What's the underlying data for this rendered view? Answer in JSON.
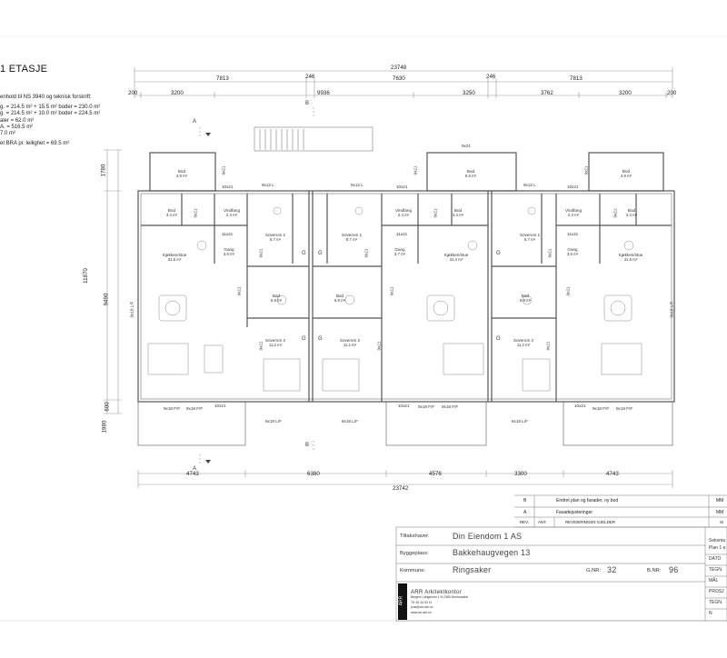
{
  "header": {
    "title": "1 ETASJE",
    "notes": [
      "enhold til NS 3940 og teknisk forskrift:",
      "g. = 214.5 m² + 15.5 m² boder = 230.0 m²",
      "g. = 214.5 m² + 10.0 m² boder = 224.5 m²",
      "aler = 62.0 m²",
      "A. = 516.5 m²",
      "7.0 m²",
      "et BRA pr. leilighet = 69.5 m²"
    ]
  },
  "dimensions": {
    "top_total": "23748",
    "top_row2": [
      "7813",
      "246",
      "7630",
      "246",
      "7813"
    ],
    "top_row3": [
      "200",
      "3200",
      "9936",
      "3250",
      "3762",
      "3200",
      "200"
    ],
    "bottom_row": [
      "4743",
      "6380",
      "4576",
      "3300",
      "4743"
    ],
    "bottom_total": "23742",
    "left": [
      "1780",
      "11870",
      "9490",
      "600",
      "1980"
    ]
  },
  "section_marks": {
    "a": "A",
    "b": "B"
  },
  "openings": {
    "d9x21": "9x21",
    "d10x21": "10x21",
    "d11x21": "11x21",
    "d9x12": "9x12 L",
    "d9x18": "9x18 L/F",
    "d9x18ff": "9x18 F/F",
    "d8x18": "8x18 L/F",
    "g": "G"
  },
  "rooms": {
    "bod": "Bod",
    "vindfang": "Vindfang",
    "gang": "Gang",
    "kjokken": "Kjøkken/stue",
    "soverom1": "Soverom 1",
    "soverom2": "Soverom 2",
    "bad": "Bad",
    "a_bod_outer": "4.9 m²",
    "a_bod_mid": "5.6 m²",
    "a_bod_in": "3.4 m²",
    "a_vind": "2.4 m²",
    "a_gang1": "3.6 m²",
    "a_gang2": "3.7 m²",
    "a_kj1": "31.5 m²",
    "a_kj2": "31.4 m²",
    "a_sov1": "8.7 m²",
    "a_sov2": "11.2 m²",
    "a_bad": "5.8 m²"
  },
  "revisions": {
    "rows": [
      {
        "id": "B",
        "text": "Endret plan og fasader, ny bod",
        "sign": "MM"
      },
      {
        "id": "A",
        "text": "Fasadejusteringer",
        "sign": "MM"
      }
    ],
    "header": {
      "rev": "REV.",
      "ant": "ANT.",
      "desc": "REVIDERINGEN GJELDER",
      "sign": "SI"
    }
  },
  "titleblock": {
    "tiltakshaver_label": "Tiltakshaver:",
    "tiltakshaver": "Din Eiendom 1 AS",
    "byggeplass_label": "Byggeplass:",
    "byggeplass": "Bakkehaugvegen 13",
    "kommune_label": "Kommune:",
    "kommune": "Ringsaker",
    "gnr_label": "G.NR:",
    "gnr": "32",
    "bnr_label": "B.NR:",
    "bnr": "96",
    "right_fields": [
      "Seksma",
      "Plan 1 e",
      "DATO",
      "TEGN.",
      "MÅL",
      "PROSJ",
      "TEGN. N"
    ],
    "company": "ARR Arkitektkontor",
    "company_lines": [
      "Bergem Langmoen 1 N-2380 Brumunddal",
      "Tlf: 62 34 00 11",
      "post@arr-ark.no",
      "www.arr-ark.no"
    ],
    "logo_text": "ARR"
  }
}
